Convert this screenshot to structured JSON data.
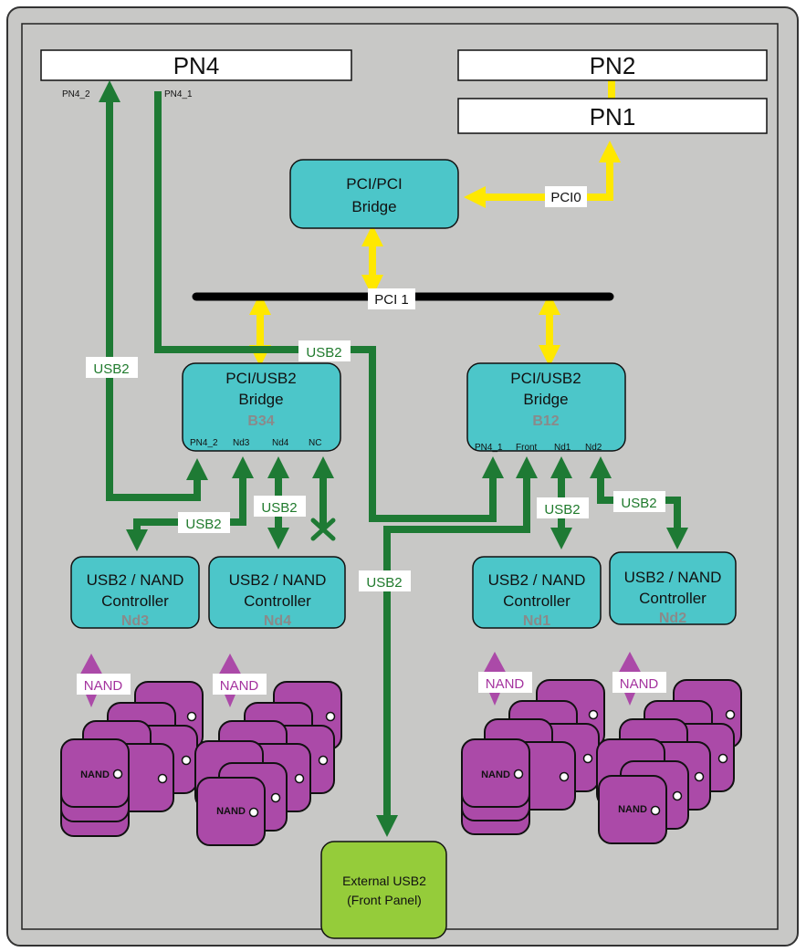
{
  "colors": {
    "frame_bg": "#c8c8c6",
    "usb_green": "#1e7a34",
    "pci_yellow": "#ffe800",
    "nand_purple": "#ab4aa8",
    "bridge_teal": "#4cc6c9",
    "ext_green": "#95cc3a"
  },
  "pn": {
    "pn4": "PN4",
    "pn4_2": "PN4_2",
    "pn4_1": "PN4_1",
    "pn2": "PN2",
    "pn1": "PN1"
  },
  "pci_bridge": {
    "line1": "PCI/PCI",
    "line2": "Bridge"
  },
  "pci_labels": {
    "pci0": "PCI0",
    "pci1": "PCI 1"
  },
  "bridges": [
    {
      "line1": "PCI/USB2",
      "line2": "Bridge",
      "id": "B34",
      "ports": [
        "PN4_2",
        "Nd3",
        "Nd4",
        "NC"
      ]
    },
    {
      "line1": "PCI/USB2",
      "line2": "Bridge",
      "id": "B12",
      "ports": [
        "PN4_1",
        "Front",
        "Nd1",
        "Nd2"
      ]
    }
  ],
  "usb_label": "USB2",
  "controllers": [
    {
      "line1": "USB2 / NAND",
      "line2": "Controller",
      "id": "Nd3"
    },
    {
      "line1": "USB2 / NAND",
      "line2": "Controller",
      "id": "Nd4"
    },
    {
      "line1": "USB2 / NAND",
      "line2": "Controller",
      "id": "Nd1"
    },
    {
      "line1": "USB2 / NAND",
      "line2": "Controller",
      "id": "Nd2"
    }
  ],
  "nand_label": "NAND",
  "external": {
    "line1": "External USB2",
    "line2": "(Front Panel)"
  }
}
